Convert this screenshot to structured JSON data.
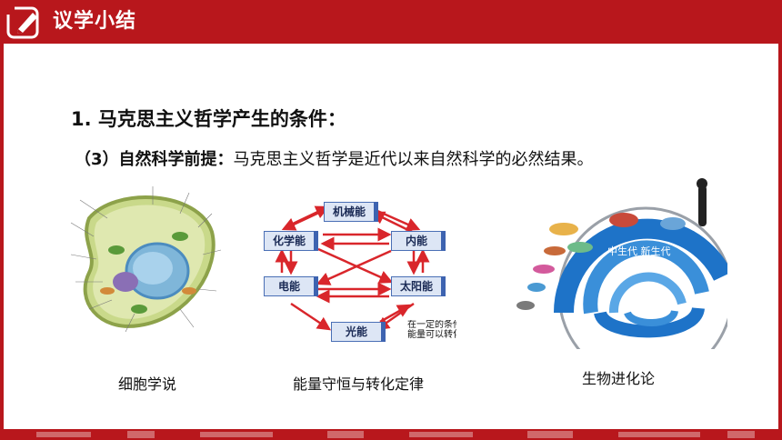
{
  "header": {
    "title": "议学小结",
    "icon": "pencil-icon",
    "accent_color": "#b8171c"
  },
  "main": {
    "heading": "1. 马克思主义哲学产生的条件：",
    "premise_label": "（3）自然科学前提：",
    "premise_text": "马克思主义哲学是近代以来自然科学的必然结果。"
  },
  "figures": {
    "cell": {
      "caption": "细胞学说"
    },
    "energy": {
      "caption": "能量守恒与转化定律",
      "nodes": {
        "mechanical": "机械能",
        "chemical": "化学能",
        "internal": "内能",
        "electric": "电能",
        "solar": "太阳能",
        "light": "光能"
      },
      "note": [
        "在一定的条件下",
        "能量可以转化"
      ]
    },
    "evolution": {
      "caption": "生物进化论",
      "era_text": "中生代 新生代"
    }
  }
}
